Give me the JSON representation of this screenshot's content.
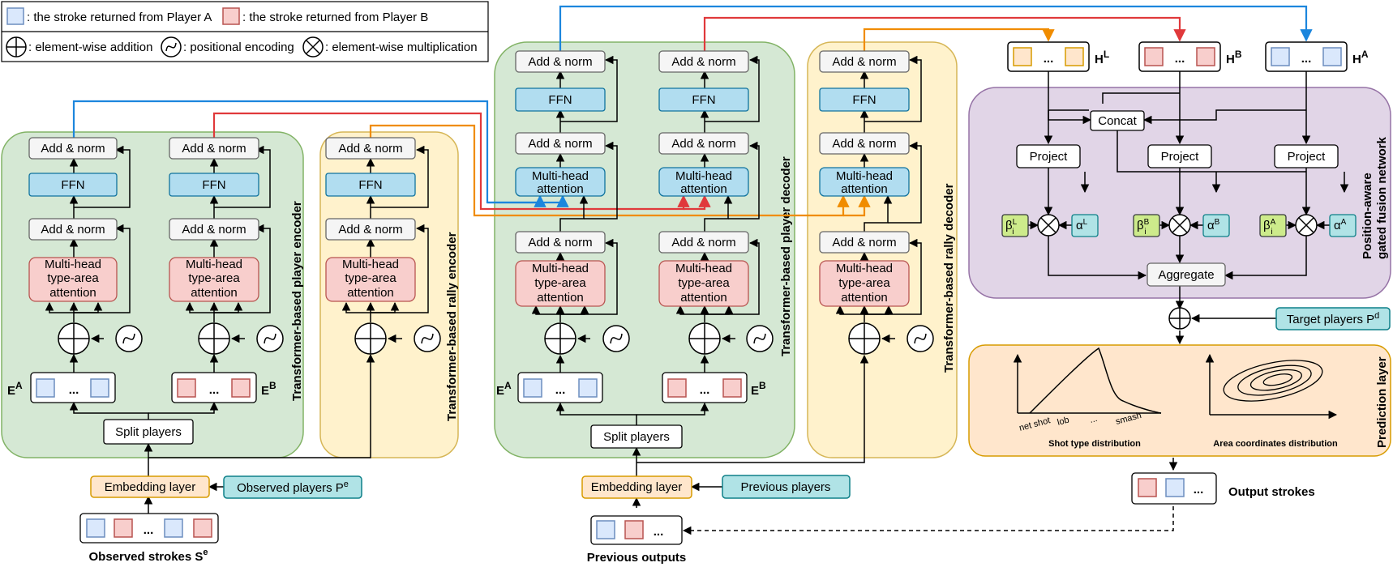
{
  "legend": {
    "player_a": ": the stroke returned from Player A",
    "player_b": ": the stroke returned from Player B",
    "addition": ": element-wise addition",
    "positional": ": positional encoding",
    "multiplication": ": element-wise multiplication"
  },
  "blocks": {
    "add_norm": "Add & norm",
    "ffn": "FFN",
    "mha_type_area_1": "Multi-head",
    "mha_type_area_2": "type-area",
    "mha_type_area_3": "attention",
    "mha_1": "Multi-head",
    "mha_2": "attention",
    "split_players": "Split players",
    "embedding_layer": "Embedding layer",
    "ellipsis": "..."
  },
  "encoder": {
    "player_encoder_title": "Transformer-based player encoder",
    "rally_encoder_title": "Transformer-based rally encoder",
    "emb_a": "E",
    "emb_a_sup": "A",
    "emb_b": "E",
    "emb_b_sup": "B",
    "observed_players": "Observed players P",
    "observed_players_sup": "e",
    "observed_strokes": "Observed strokes S",
    "observed_strokes_sup": "e"
  },
  "decoder": {
    "player_decoder_title": "Transformer-based player decoder",
    "rally_decoder_title": "Transformer-based rally decoder",
    "previous_players": "Previous players",
    "previous_outputs": "Previous outputs"
  },
  "fusion": {
    "title_1": "Position-aware",
    "title_2": "gated fusion network",
    "h_l": "H",
    "h_l_sup": "L",
    "h_b": "H",
    "h_b_sup": "B",
    "h_a": "H",
    "h_a_sup": "A",
    "concat": "Concat",
    "project": "Project",
    "beta": "β",
    "alpha": "α",
    "sub_i": "i",
    "sup_l": "L",
    "sup_b": "B",
    "sup_a": "A",
    "aggregate": "Aggregate",
    "target_players": "Target players P",
    "target_players_sup": "d"
  },
  "prediction": {
    "title": "Prediction layer",
    "shot_type_dist": "Shot type distribution",
    "area_coord_dist": "Area coordinates distribution",
    "tick_net_shot": "net shot",
    "tick_lob": "lob",
    "tick_dots": "...",
    "tick_smash": "smash",
    "output_strokes": "Output strokes"
  },
  "colors": {
    "player_a_fill": "#dae8fc",
    "player_a_stroke": "#6c8ebf",
    "player_b_fill": "#f8cecc",
    "player_b_stroke": "#b85450",
    "green_bg": "#d5e8d4",
    "green_border": "#82b366",
    "yellow_bg": "#fff2cc",
    "yellow_border": "#d6b656",
    "purple_bg": "#e1d5e7",
    "purple_border": "#9673a6",
    "orange_bg": "#ffe6cc",
    "orange_border": "#d79b00",
    "ffn_fill": "#b1ddf0",
    "ffn_stroke": "#10739e",
    "teal_fill": "#b0e3e6",
    "teal_stroke": "#0e8088",
    "lime_fill": "#cdeb8b",
    "lime_stroke": "#36393d",
    "emb_fill": "#ffe6cc",
    "emb_stroke": "#d79b00",
    "blue_line": "#1c86dd",
    "red_line": "#e0393b",
    "orange_line": "#f08c00"
  }
}
